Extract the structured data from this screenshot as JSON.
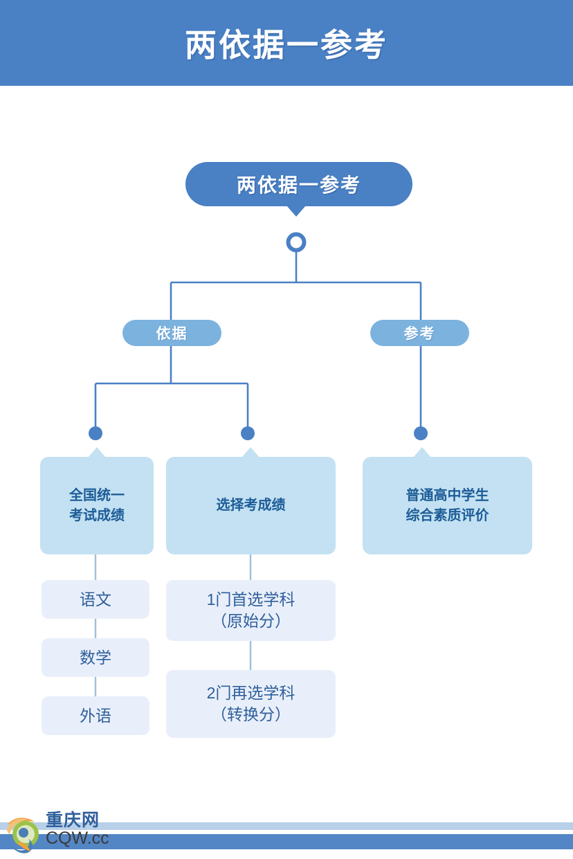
{
  "banner": {
    "title": "两依据一参考"
  },
  "diagram": {
    "root": {
      "label": "两依据一参考"
    },
    "level2": [
      {
        "label": "依据"
      },
      {
        "label": "参考"
      }
    ],
    "level3": [
      {
        "label": "全国统一\n考试成绩"
      },
      {
        "label": "选择考成绩"
      },
      {
        "label": "普通高中学生\n综合素质评价"
      }
    ],
    "leaves_left": [
      {
        "label": "语文"
      },
      {
        "label": "数学"
      },
      {
        "label": "外语"
      }
    ],
    "leaves_mid": [
      {
        "label": "1门首选学科\n（原始分）"
      },
      {
        "label": "2门再选学科\n（转换分）"
      }
    ]
  },
  "colors": {
    "banner_blue": "#4a80c4",
    "pill_blue": "#7cb2de",
    "callout_blue": "#c3e1f2",
    "leaf_blue": "#e9effa",
    "connector_blue": "#4a80c4",
    "thin_connector": "#9cc0d8",
    "text_dark_blue": "#1d5c97"
  },
  "watermark": {
    "cn": "重庆网",
    "en": "CQW.cc"
  }
}
